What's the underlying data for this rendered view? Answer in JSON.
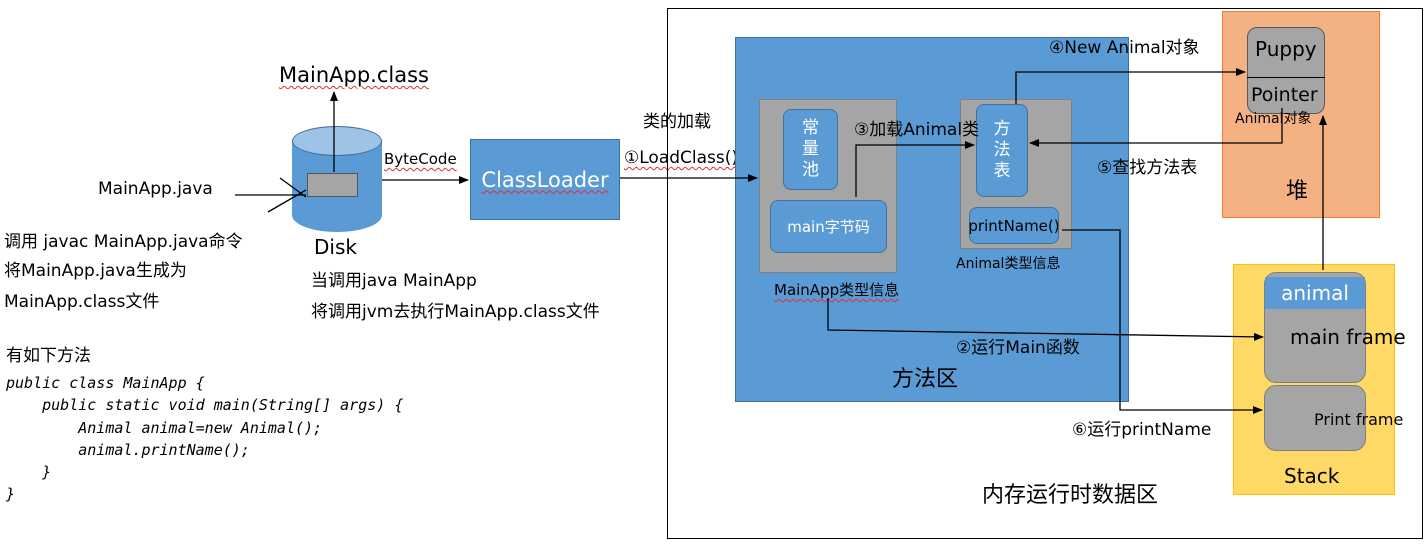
{
  "left_panel": {
    "mainapp_java": "MainApp.java",
    "desc1_line1": "调用 javac MainApp.java命令",
    "desc1_line2": "将MainApp.java生成为",
    "desc1_line3": "MainApp.class文件",
    "methods_heading": "有如下方法",
    "code_lines": [
      "public class MainApp {",
      "    public static void main(String[] args) {",
      "        Animal animal=new Animal();",
      "        animal.printName();",
      "    }",
      "}"
    ]
  },
  "disk": {
    "output_label": "MainApp.class",
    "label": "Disk",
    "bytecode_label": "ByteCode",
    "desc2_line1": "当调用java MainApp",
    "desc2_line2": "将调用jvm去执行MainApp.class文件"
  },
  "classloader": {
    "label": "ClassLoader",
    "load_title": "类的加载",
    "load_step": "①LoadClass()"
  },
  "runtime_area": {
    "title": "内存运行时数据区",
    "method_area": {
      "title": "方法区",
      "mainapp_info": {
        "caption": "MainApp类型信息",
        "constant_pool": "常\n量\n池",
        "bytecode": "main字节码"
      },
      "animal_info": {
        "caption": "Animal类型信息",
        "method_table": "方\n法\n表",
        "print_name": "printName()"
      }
    },
    "heap": {
      "title": "堆",
      "puppy": "Puppy",
      "pointer": "Pointer",
      "object_caption": "Animal对象"
    },
    "stack": {
      "title": "Stack",
      "animal_var": "animal",
      "main_frame": "main frame",
      "print_frame": "Print frame"
    }
  },
  "steps": {
    "step2": "②运行Main函数",
    "step3": "③加载Animal类",
    "step4": "④New Animal对象",
    "step5": "⑤查找方法表",
    "step6": "⑥运行printName"
  },
  "colors": {
    "blue": "#5b9bd5",
    "gray": "#a5a5a5",
    "heap": "#f4b183",
    "stack": "#ffd966"
  }
}
